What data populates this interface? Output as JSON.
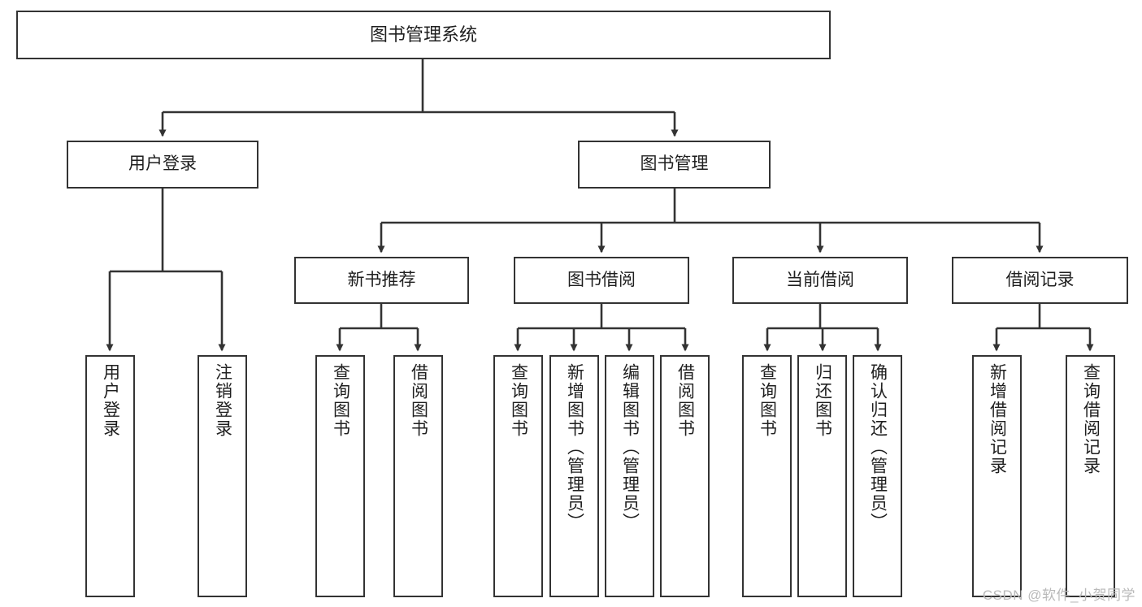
{
  "diagram": {
    "title": "图书管理系统",
    "type": "tree-hierarchy",
    "watermark": "CSDN @软件_小贺同学",
    "colors": {
      "box_border": "#333333",
      "box_fill": "#ffffff",
      "edge": "#333333",
      "text": "#1f1f1f",
      "watermark": "#b9b9b9"
    },
    "levels": {
      "root": [
        "图书管理系统"
      ],
      "level2": [
        "用户登录",
        "图书管理"
      ],
      "level3": [
        "新书推荐",
        "图书借阅",
        "当前借阅",
        "借阅记录"
      ],
      "leaves": [
        "用户登录",
        "注销登录",
        "查询图书",
        "借阅图书",
        "查询图书",
        "新增图书（管理员）",
        "编辑图书（管理员）",
        "借阅图书",
        "查询图书",
        "归还图书",
        "确认归还（管理员）",
        "新增借阅记录",
        "查询借阅记录"
      ]
    },
    "nodes": {
      "root": {
        "label": "图书管理系统"
      },
      "user_login": {
        "label": "用户登录"
      },
      "book_manage": {
        "label": "图书管理"
      },
      "new_book_rec": {
        "label": "新书推荐"
      },
      "book_borrow": {
        "label": "图书借阅"
      },
      "current_borrow": {
        "label": "当前借阅"
      },
      "borrow_record": {
        "label": "借阅记录"
      },
      "leaf_user_login": {
        "label": "用户登录"
      },
      "leaf_logout": {
        "label": "注销登录"
      },
      "leaf_query_book_1": {
        "label": "查询图书"
      },
      "leaf_borrow_book_1": {
        "label": "借阅图书"
      },
      "leaf_query_book_2": {
        "label": "查询图书"
      },
      "leaf_add_book": {
        "label": "新增图书（管理员）"
      },
      "leaf_edit_book": {
        "label": "编辑图书（管理员）"
      },
      "leaf_borrow_book_2": {
        "label": "借阅图书"
      },
      "leaf_query_book_3": {
        "label": "查询图书"
      },
      "leaf_return_book": {
        "label": "归还图书"
      },
      "leaf_confirm_return": {
        "label": "确认归还（管理员）"
      },
      "leaf_add_record": {
        "label": "新增借阅记录"
      },
      "leaf_query_record": {
        "label": "查询借阅记录"
      }
    }
  }
}
